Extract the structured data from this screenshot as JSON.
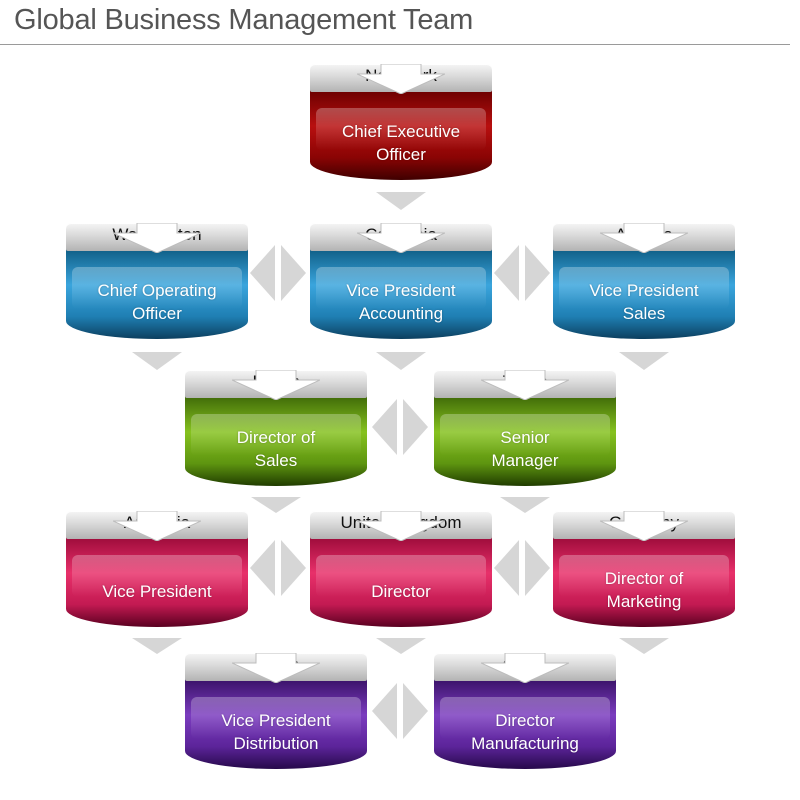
{
  "title": "Global Business Management Team",
  "nodes": [
    {
      "id": "ceo",
      "location": "New York",
      "role_line1": "Chief Executive",
      "role_line2": "Officer",
      "color": "#a50d0d"
    },
    {
      "id": "coo",
      "location": "Washington",
      "role_line1": "Chief Operating",
      "role_line2": "Officer",
      "color": "#2f96cf"
    },
    {
      "id": "vp-accounting",
      "location": "California",
      "role_line1": "Vice President",
      "role_line2": "Accounting",
      "color": "#2f96cf"
    },
    {
      "id": "vp-sales",
      "location": "Arizona",
      "role_line1": "Vice President",
      "role_line2": "Sales",
      "color": "#2f96cf"
    },
    {
      "id": "dir-sales",
      "location": "Illinois",
      "role_line1": "Director of",
      "role_line2": "Sales",
      "color": "#76b11a"
    },
    {
      "id": "senior-manager",
      "location": "Texas",
      "role_line1": "Senior",
      "role_line2": "Manager",
      "color": "#76b11a"
    },
    {
      "id": "vp-australia",
      "location": "Australia",
      "role_line1": "Vice President",
      "role_line2": "",
      "color": "#d9265e"
    },
    {
      "id": "director-uk",
      "location": "United Kingdom",
      "role_line1": "Director",
      "role_line2": "",
      "color": "#d9265e"
    },
    {
      "id": "dir-marketing",
      "location": "Germany",
      "role_line1": "Director of",
      "role_line2": "Marketing",
      "color": "#d9265e"
    },
    {
      "id": "vp-distribution",
      "location": "Japan",
      "role_line1": "Vice President",
      "role_line2": "Distribution",
      "color": "#6b30ad"
    },
    {
      "id": "dir-manufacturing",
      "location": "China",
      "role_line1": "Director",
      "role_line2": "Manufacturing",
      "color": "#6b30ad"
    }
  ],
  "connector_color": "#d6d6d6"
}
